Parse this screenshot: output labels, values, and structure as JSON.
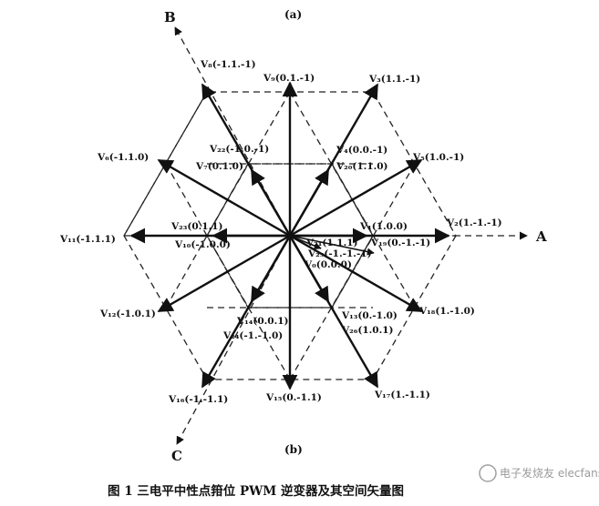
{
  "labels": {
    "top": "(a)",
    "bottom": "(b)",
    "axis_a": "A",
    "axis_b": "B",
    "axis_c": "C"
  },
  "caption": "图 1   三电平中性点箝位 PWM 逆变器及其空间矢量图",
  "watermark": "电子发烧友 elecfans.com",
  "vectors": {
    "v8": "V₈(-1.1.-1)",
    "v9": "V₉(0.1.-1)",
    "v3": "V₃(1.1.-1)",
    "v22": "V₂₂(-1.0.-1)",
    "v7": "V₇(0.1.0)",
    "v6": "V₆(-1.1.0)",
    "v4": "V₄(0.0.-1)",
    "v20": "V₂₀(1.1.0)",
    "v5": "V₅(1.0.-1)",
    "v11": "V₁₁(-1.1.1)",
    "v23": "V₂₃(0.1.1)",
    "v10": "V₁₀(-1.0.0)",
    "v1": "V₁(1.0.0)",
    "v19": "V₁₉(0.-1.-1)",
    "v2": "V₂(1.-1.-1)",
    "v21": "V₂₁(1.1.1)",
    "v25": "V₂₅(-1.-1.-1)",
    "v0": "V₀(0.0.0)",
    "v12": "V₁₂(-1.0.1)",
    "v14": "V₁₄(0.0.1)",
    "v24": "V₂₄(-1.-1.0)",
    "v13": "V₁₃(0.-1.0)",
    "v26": "V₂₆(1.0.1)",
    "v18": "V₁₈(1.-1.0)",
    "v16": "V₁₆(-1.-1.1)",
    "v15": "V₁₅(0.-1.1)",
    "v17": "V₁₇(1.-1.1)"
  }
}
